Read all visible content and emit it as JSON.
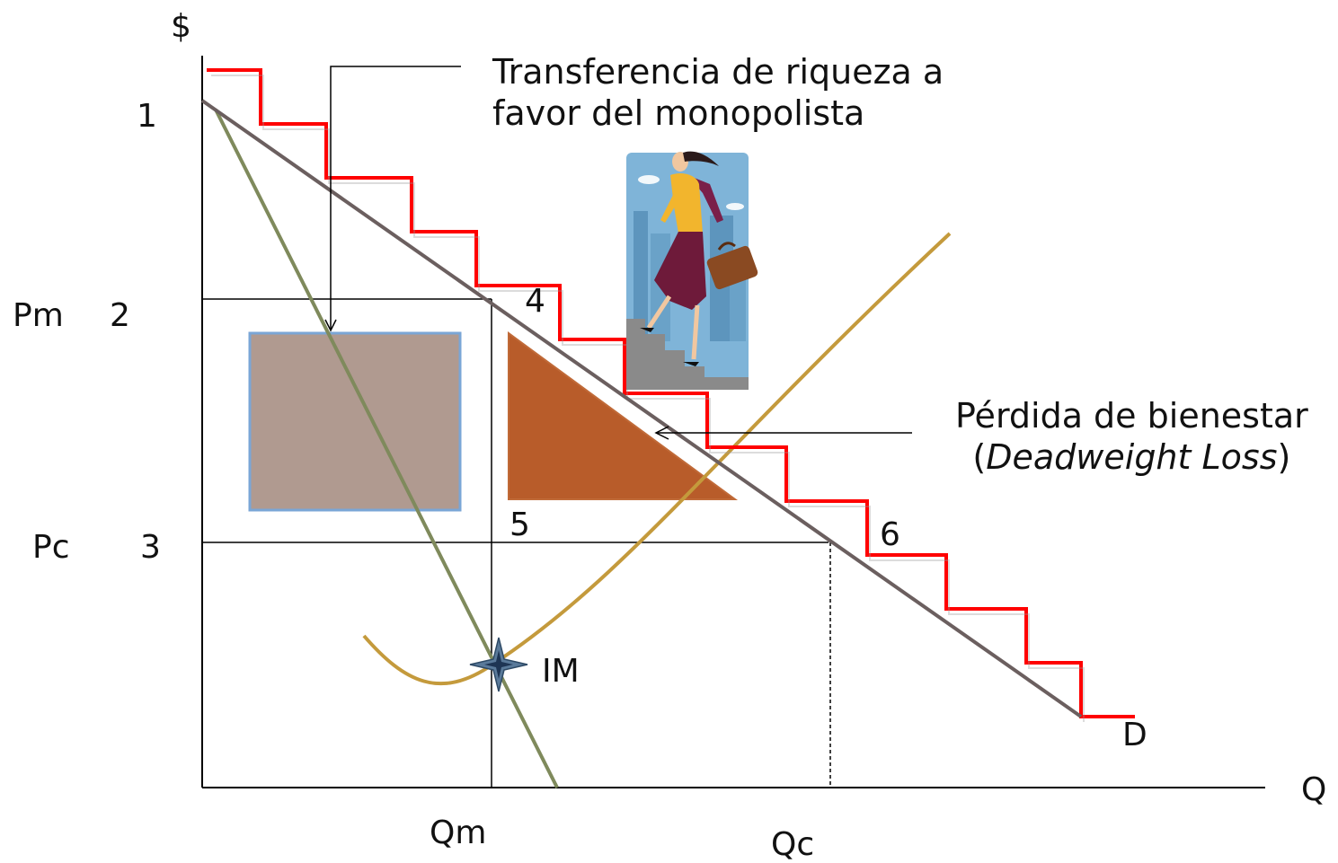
{
  "axes": {
    "y_label": "$",
    "x_label": "Q",
    "price_labels": {
      "pm": "Pm",
      "pc": "Pc"
    },
    "quantity_labels": {
      "qm": "Qm",
      "qc": "Qc"
    }
  },
  "curves": {
    "demand_label": "D",
    "cost_point_label": "IM"
  },
  "points": {
    "p1": "1",
    "p2": "2",
    "p3": "3",
    "p4": "4",
    "p5": "5",
    "p6": "6"
  },
  "annotations": {
    "transfer": {
      "line1": "Transferencia de riqueza a",
      "line2": "favor del monopolista"
    },
    "deadweight": {
      "line1": "Pérdida de bienestar",
      "open": "(",
      "italic": "Deadweight Loss",
      "close": ")"
    }
  },
  "colors": {
    "axis": "#000000",
    "demand": "#6b5f5f",
    "marginal_revenue": "#7f8a5c",
    "cost_curve": "#c49a3c",
    "steps": "#ff0000",
    "transfer_rect": "#b09a90",
    "transfer_border": "#7aa6d6",
    "deadweight_triangle": "#b85c2a",
    "illustration_sky": "#7fb4d8"
  },
  "icons": {
    "illustration": "businesswoman-climbing-stairs-icon",
    "im_marker": "star-marker-icon"
  }
}
